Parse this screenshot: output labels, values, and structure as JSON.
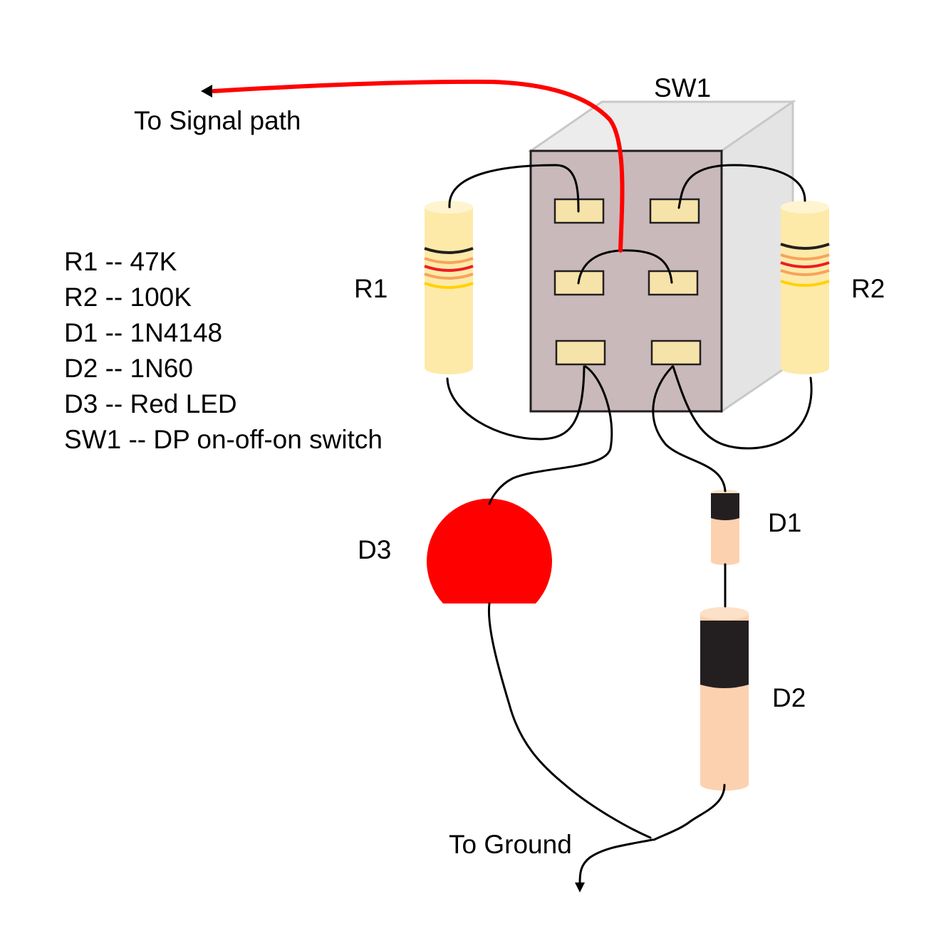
{
  "signal_label": "To Signal path",
  "ground_label": "To Ground",
  "components": {
    "sw1": "SW1",
    "r1": "R1",
    "r2": "R2",
    "d1": "D1",
    "d2": "D2",
    "d3": "D3"
  },
  "legend": [
    "R1 -- 47K",
    "R2 -- 100K",
    "D1 -- 1N4148",
    "D2 -- 1N60",
    "D3 -- Red LED",
    "SW1 -- DP on-off-on switch"
  ],
  "colors": {
    "signal_wire": "#ff0000",
    "led": "#ff0000",
    "switch_face": "#c9b9bb",
    "switch_body": "#ececec",
    "lug": "#f6e3a9",
    "resistor_body": "#fdeaa9",
    "diode_body": "#fcd1b0",
    "diode_band": "#231f20"
  }
}
